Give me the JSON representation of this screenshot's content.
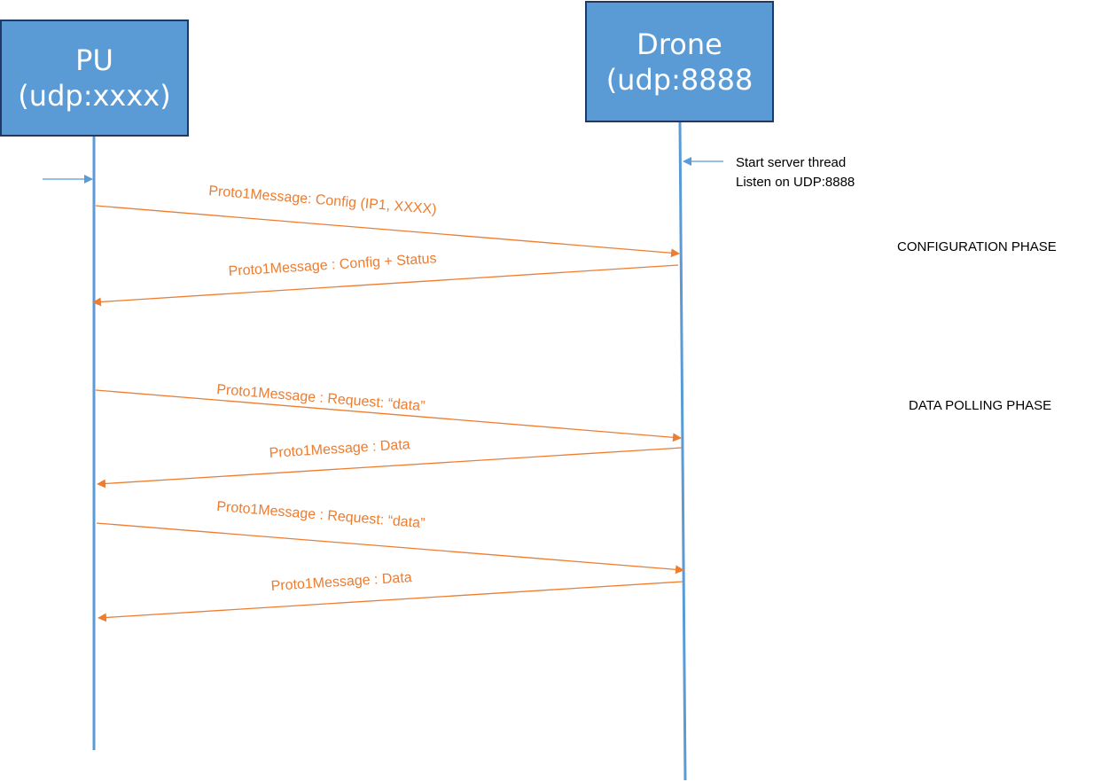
{
  "participants": {
    "pu": {
      "name": "PU",
      "port": "(udp:xxxx)"
    },
    "drone": {
      "name": "Drone",
      "port": "(udp:8888"
    }
  },
  "note": {
    "line1": "Start server thread",
    "line2": "Listen on UDP:8888"
  },
  "phases": {
    "configuration": "CONFIGURATION PHASE",
    "data_polling": "DATA POLLING PHASE"
  },
  "messages": [
    {
      "label": "Proto1Message: Config (IP1, XXXX)",
      "direction": "pu-to-drone"
    },
    {
      "label": "Proto1Message : Config + Status",
      "direction": "drone-to-pu"
    },
    {
      "label": "Proto1Message : Request: “data”",
      "direction": "pu-to-drone"
    },
    {
      "label": "Proto1Message : Data",
      "direction": "drone-to-pu"
    },
    {
      "label": "Proto1Message : Request: “data”",
      "direction": "pu-to-drone"
    },
    {
      "label": "Proto1Message : Data",
      "direction": "drone-to-pu"
    }
  ],
  "colors": {
    "lifeline": "#5b9bd5",
    "message": "#ed7d31",
    "box_fill": "#5b9bd5",
    "box_border": "#1f3864"
  }
}
